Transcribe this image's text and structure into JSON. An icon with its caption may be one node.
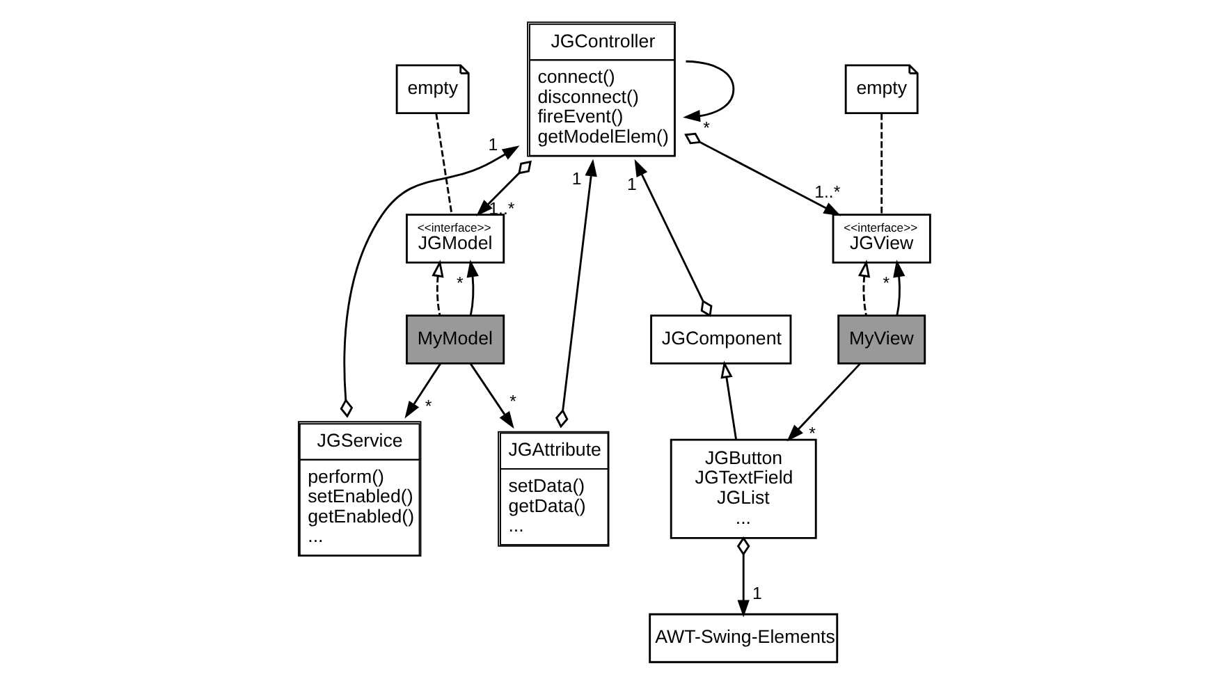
{
  "diagram": {
    "nodes": [
      {
        "text": [
          "empty"
        ]
      },
      {
        "text": [
          "JGController",
          "connect() disconnect() fireEvent() getModelElem()"
        ]
      },
      {
        "text": [
          "<<interface>>",
          "JGModel"
        ]
      },
      {
        "text": [
          "empty"
        ]
      },
      {
        "text": [
          "<<interface>>",
          "JGView"
        ]
      },
      {
        "text": [
          "MyModel"
        ]
      },
      {
        "text": [
          "MyView"
        ]
      },
      {
        "text": [
          "JGComponent"
        ]
      },
      {
        "text": [
          "JGAttribute",
          "setData() getData() ..."
        ]
      },
      {
        "text": [
          "JGService",
          "perform() setEnabled() getEnabled() ..."
        ]
      },
      {
        "text": [
          "JGButton JGTextField JGList ..."
        ]
      },
      {
        "text": [
          "AWT-Swing-Elements"
        ]
      }
    ],
    "edges": [
      {
        "from": 1,
        "to": 2,
        "arrow": "to",
        "label": "1..*"
      },
      {
        "from": 1,
        "to": 1,
        "arrow": "to",
        "label": "*"
      },
      {
        "from": 1,
        "to": 4,
        "arrow": "to",
        "label": "1..*"
      },
      {
        "from": 7,
        "to": 1,
        "arrow": "to",
        "label": "1"
      },
      {
        "from": 9,
        "to": 1,
        "arrow": "to",
        "label": "1"
      },
      {
        "from": 8,
        "to": 1,
        "arrow": "to",
        "label": "1"
      },
      {
        "from": 0,
        "to": 2,
        "arrow": "none",
        "style": "dashed"
      },
      {
        "from": 3,
        "to": 4,
        "arrow": "none",
        "style": "dashed"
      },
      {
        "from": 5,
        "to": 2,
        "arrow": "to",
        "style": "dashed"
      },
      {
        "from": 5,
        "to": 2,
        "arrow": "to",
        "label": "*"
      },
      {
        "from": 6,
        "to": 4,
        "arrow": "to",
        "style": "dashed"
      },
      {
        "from": 6,
        "to": 4,
        "arrow": "to",
        "label": "*"
      },
      {
        "from": 5,
        "to": 8,
        "arrow": "to",
        "label": "*"
      },
      {
        "from": 5,
        "to": 9,
        "arrow": "to",
        "label": "*"
      },
      {
        "from": 6,
        "to": 10,
        "arrow": "to",
        "label": "*"
      },
      {
        "from": 10,
        "to": 7,
        "arrow": "to"
      },
      {
        "from": 10,
        "to": 11,
        "arrow": "to",
        "label": "1"
      }
    ]
  }
}
